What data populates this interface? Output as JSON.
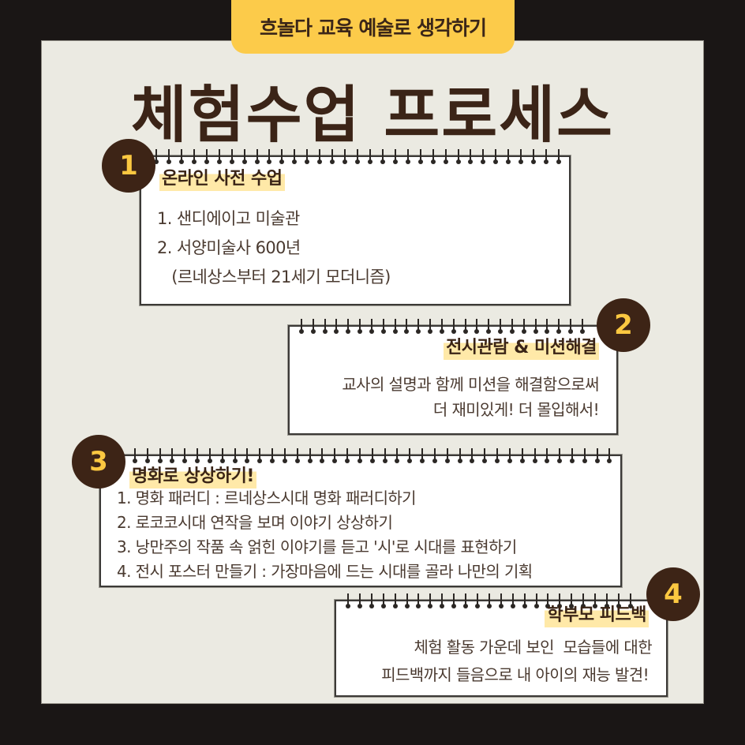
{
  "header": {
    "tab_label": "흐놀다 교육 예술로 생각하기",
    "title": "체험수업 프로세스"
  },
  "colors": {
    "outer_background": "#1a1615",
    "panel_background": "#ebeae2",
    "tab_yellow": "#fccb4a",
    "title_brown": "#3b2417",
    "badge_brown": "#3d2416",
    "badge_number_yellow": "#fbc841",
    "heading_highlight": "#ffe9a8",
    "card_background": "#ffffff"
  },
  "steps": [
    {
      "number": "1",
      "heading": "온라인 사전 수업",
      "lines": [
        "1. 샌디에이고 미술관",
        "2. 서양미술사 600년",
        "   (르네상스부터 21세기 모더니즘)"
      ]
    },
    {
      "number": "2",
      "heading": "전시관람 & 미션해결",
      "lines": [
        "교사의 설명과 함께 미션을 해결함으로써",
        "더 재미있게! 더 몰입해서!"
      ]
    },
    {
      "number": "3",
      "heading": "명화로 상상하기!",
      "lines": [
        "1. 명화 패러디 : 르네상스시대 명화 패러디하기",
        "2. 로코코시대 연작을 보며 이야기 상상하기",
        "3. 낭만주의 작품 속 얽힌 이야기를 듣고 '시'로 시대를 표현하기",
        "4. 전시 포스터 만들기 : 가장마음에 드는 시대를 골라 나만의 기획"
      ]
    },
    {
      "number": "4",
      "heading": "학부모  피드백",
      "lines": [
        "체험 활동 가운데 보인  모습들에 대한",
        "피드백까지 들음으로 내 아이의 재능 발견!"
      ]
    }
  ]
}
